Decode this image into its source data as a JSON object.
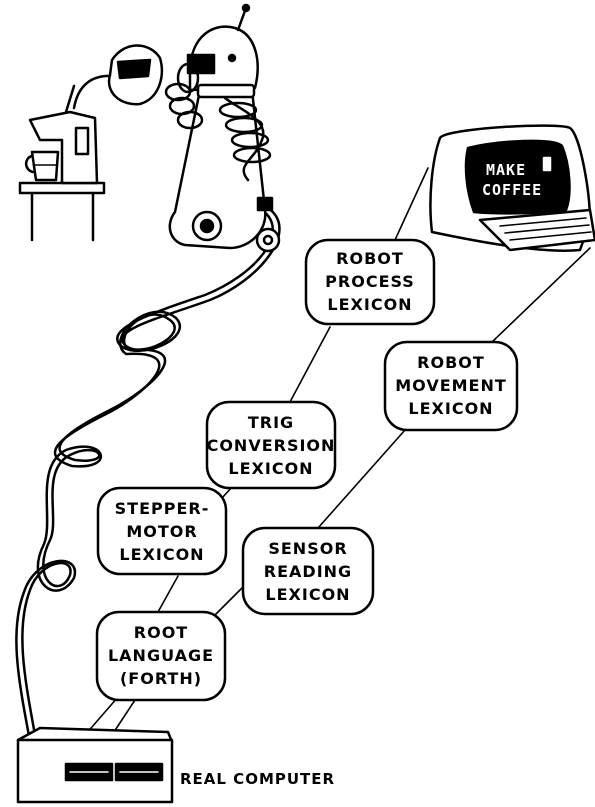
{
  "terminal": {
    "screen_lines": [
      "MAKE",
      "COFFEE"
    ]
  },
  "lexicons": {
    "robot_process": [
      "ROBOT",
      "PROCESS",
      "LEXICON"
    ],
    "robot_movement": [
      "ROBOT",
      "MOVEMENT",
      "LEXICON"
    ],
    "trig_conversion": [
      "TRIG",
      "CONVERSION",
      "LEXICON"
    ],
    "stepper_motor": [
      "STEPPER-",
      "MOTOR",
      "LEXICON"
    ],
    "sensor_reading": [
      "SENSOR",
      "READING",
      "LEXICON"
    ],
    "root_language": [
      "ROOT",
      "LANGUAGE",
      "(FORTH)"
    ]
  },
  "computer": {
    "label": "REAL COMPUTER"
  }
}
